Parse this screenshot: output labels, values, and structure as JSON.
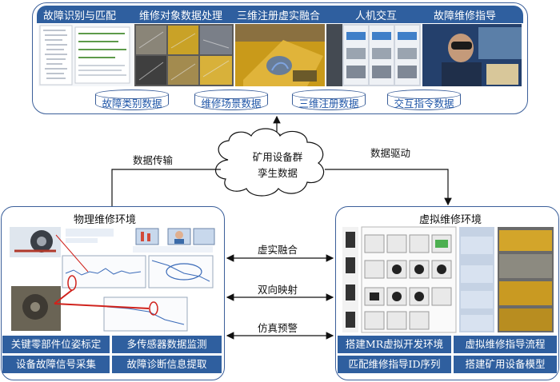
{
  "top_panel": {
    "headers": [
      "故障识别与匹配",
      "维修对象数据处理",
      "三维注册虚实融合",
      "人机交互",
      "故障维修指导"
    ],
    "data_stores": [
      "故障类别数据",
      "维修场景数据",
      "三维注册数据",
      "交互指令数据"
    ]
  },
  "cloud": {
    "line1": "矿用设备群",
    "line2": "孪生数据"
  },
  "edges": {
    "left": "数据传输",
    "right": "数据驱动",
    "mid1": "虚实融合",
    "mid2": "双向映射",
    "mid3": "仿真预警"
  },
  "physical": {
    "title": "物理维修环境",
    "cells": [
      "关键零部件位姿标定",
      "多传感器数据监测",
      "设备故障信号采集",
      "故障诊断信息提取"
    ]
  },
  "virtual": {
    "title": "虚拟维修环境",
    "cells": [
      "搭建MR虚拟开发环境",
      "虚拟维修指导流程",
      "匹配维修指导ID序列",
      "搭建矿用设备模型"
    ]
  },
  "colors": {
    "accent": "#2f5f9f",
    "border": "#3b5f9a",
    "store_text": "#1f56a8"
  }
}
